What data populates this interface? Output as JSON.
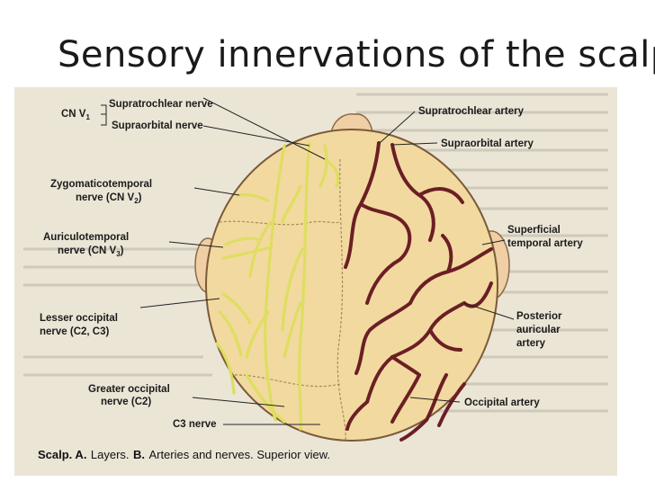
{
  "slide": {
    "title": "Sensory innervations of the scalp"
  },
  "diagram": {
    "labels": {
      "cn_v1": "CN V",
      "cn_v1_sub": "1",
      "supratrochlear_nerve": "Supratrochlear nerve",
      "supraorbital_nerve": "Supraorbital nerve",
      "zygomaticotemporal_line1": "Zygomaticotemporal",
      "zygomaticotemporal_line2": "nerve (CN V",
      "zygomaticotemporal_sub": "2",
      "auriculotemporal_line1": "Auriculotemporal",
      "auriculotemporal_line2": "nerve (CN V",
      "auriculotemporal_sub": "3",
      "lesser_occipital_line1": "Lesser occipital",
      "lesser_occipital_line2": "nerve (C2, C3)",
      "greater_occipital_line1": "Greater occipital",
      "greater_occipital_line2": "nerve (C2)",
      "c3_nerve": "C3 nerve",
      "supratrochlear_artery": "Supratrochlear artery",
      "supraorbital_artery": "Supraorbital artery",
      "superficial_temporal_line1": "Superficial",
      "superficial_temporal_line2": "temporal artery",
      "posterior_auricular_line1": "Posterior",
      "posterior_auricular_line2": "auricular",
      "posterior_auricular_line3": "artery",
      "occipital_artery": "Occipital artery",
      "close_paren": ")"
    },
    "caption": {
      "bold": "Scalp. A.",
      "text": "Layers.",
      "bold2": "B.",
      "text2": "Arteries and nerves. Superior view."
    },
    "colors": {
      "skull": "#f2d9a0",
      "nerve": "#dede60",
      "artery": "#6b1f24",
      "background_page": "#e9e3d2"
    }
  }
}
